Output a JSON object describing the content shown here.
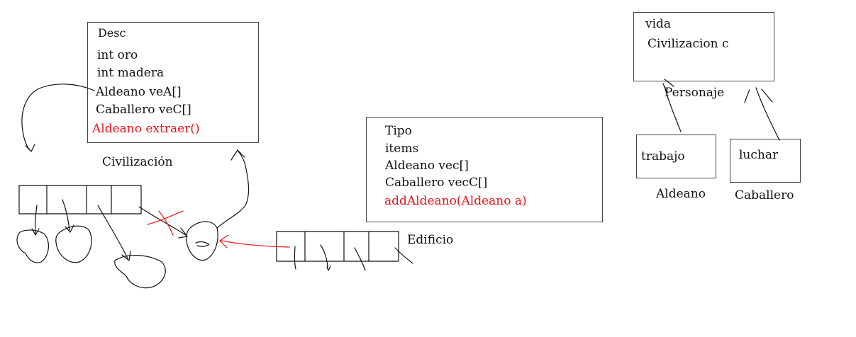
{
  "civilizacion": {
    "title": "Civilización",
    "fields": [
      "Desc",
      "int  oro",
      "int  madera",
      "Aldeano  veA[]",
      "Caballero  veC[]"
    ],
    "method": "Aldeano  extraer()"
  },
  "edificio": {
    "title": "Edificio",
    "fields": [
      "Tipo",
      "items",
      "Aldeano  vec[]",
      "Caballero  vecC[]"
    ],
    "method": "addAldeano(Aldeano  a)"
  },
  "personaje": {
    "title": "Personaje",
    "fields": [
      "vida",
      "Civilizacion  c"
    ]
  },
  "aldeano": {
    "title": "Aldeano",
    "field": "trabajo"
  },
  "caballero": {
    "title": "Caballero",
    "field": "luchar"
  },
  "colors": {
    "ink": "#111111",
    "annotation": "#e8141a"
  }
}
